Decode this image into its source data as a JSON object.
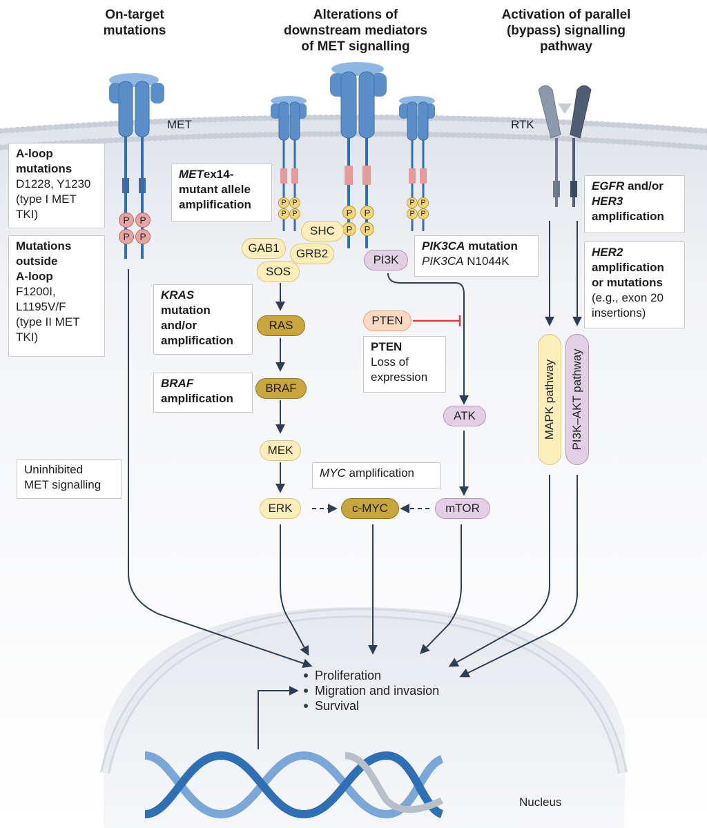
{
  "headers": {
    "on_target": "On-target\nmutations",
    "downstream": "Alterations of\ndownstream mediators\nof MET signalling",
    "bypass": "Activation of parallel\n(bypass) signalling\npathway"
  },
  "receptors": {
    "met_label": "MET",
    "rtk_label": "RTK",
    "phospho": "P"
  },
  "boxes": {
    "aloop_title": "A-loop\nmutations",
    "aloop_body": "D1228, Y1230\n(type I MET\nTKI)",
    "outside_title": "Mutations\noutside\nA-loop",
    "outside_body": "F1200I,\nL1195V/F\n(type II MET\nTKI)",
    "metex14_italic": "MET",
    "metex14_rest": "ex14-\nmutant allele\namplification",
    "pik3ca_italic": "PIK3CA",
    "pik3ca_rest": " mutation",
    "pik3ca_body": "PIK3CA",
    "pik3ca_body_rest": " N1044K",
    "kras_italic": "KRAS",
    "kras_rest": "\nmutation\nand/or\namplification",
    "braf_italic": "BRAF",
    "braf_rest": "\namplification",
    "pten_title": "PTEN",
    "pten_body": "Loss of\nexpression",
    "myc_italic": "MYC",
    "myc_rest": " amplification",
    "uninhibited": "Uninhibited\nMET signalling",
    "egfr_italic1": "EGFR",
    "egfr_mid": " and/or\n",
    "egfr_italic2": "HER3",
    "egfr_rest": "\namplification",
    "her2_italic": "HER2",
    "her2_rest": "\namplification\nor mutations",
    "her2_body": "(e.g., exon 20\ninsertions)"
  },
  "nodes": {
    "gab1": "GAB1",
    "shc": "SHC",
    "grb2": "GRB2",
    "sos": "SOS",
    "pi3k": "PI3K",
    "ras": "RAS",
    "pten": "PTEN",
    "braf": "BRAF",
    "atk": "ATK",
    "mek": "MEK",
    "erk": "ERK",
    "cmyc": "c-MYC",
    "mtor": "mTOR"
  },
  "pathways": {
    "mapk": "MAPK pathway",
    "pi3k_akt": "PI3K–AKT pathway"
  },
  "outcomes": [
    "Proliferation",
    "Migration and invasion",
    "Survival"
  ],
  "nucleus_label": "Nucleus",
  "colors": {
    "receptor_blue": "#5b8ec8",
    "rtk_grey": "#6e7a8c",
    "arrow": "#2d3d55",
    "inhibit_red": "#c94a4a",
    "phospho_pink": "#e8a3a3",
    "gold": "#c9a53e",
    "yellow": "#fbeebb",
    "purple": "#e3cfe5"
  }
}
